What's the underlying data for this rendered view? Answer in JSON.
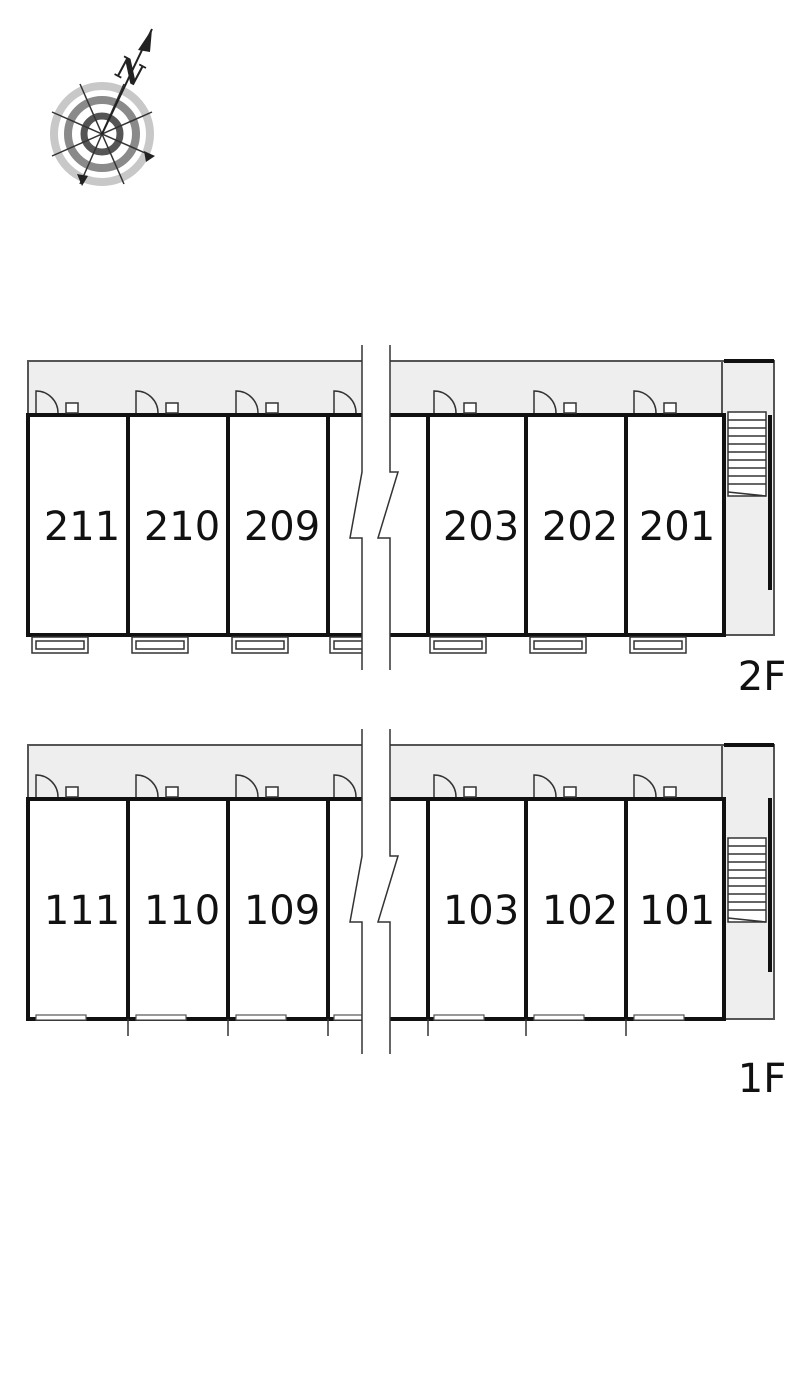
{
  "compass": {
    "letter": "N",
    "icon": "north-arrow-icon"
  },
  "floors": [
    {
      "id": "2f",
      "label": "2F",
      "rooms_left": [
        "211",
        "210",
        "209"
      ],
      "rooms_right": [
        "203",
        "202",
        "201"
      ]
    },
    {
      "id": "1f",
      "label": "1F",
      "rooms_left": [
        "111",
        "110",
        "109"
      ],
      "rooms_right": [
        "103",
        "102",
        "101"
      ]
    }
  ],
  "colors": {
    "corridor": "#eeeeee",
    "wall": "#111111",
    "line": "#555555"
  }
}
